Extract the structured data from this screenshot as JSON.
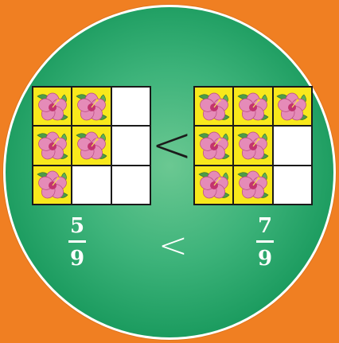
{
  "colors": {
    "background": "#F07F22",
    "disc": "#3DB37A",
    "filled_cell": "#F8E81C",
    "empty_cell": "#FFFFFF"
  },
  "icons": {
    "cell_picture": "hibiscus-flower-icon"
  },
  "left_grid": {
    "filled": [
      true,
      true,
      false,
      true,
      true,
      false,
      true,
      false,
      false
    ]
  },
  "right_grid": {
    "filled": [
      true,
      true,
      true,
      true,
      true,
      false,
      true,
      true,
      false
    ]
  },
  "comparison": {
    "symbol": "<"
  },
  "left_fraction": {
    "numerator": "5",
    "denominator": "9"
  },
  "right_fraction": {
    "numerator": "7",
    "denominator": "9"
  },
  "bottom_comparison": {
    "symbol": "<"
  }
}
